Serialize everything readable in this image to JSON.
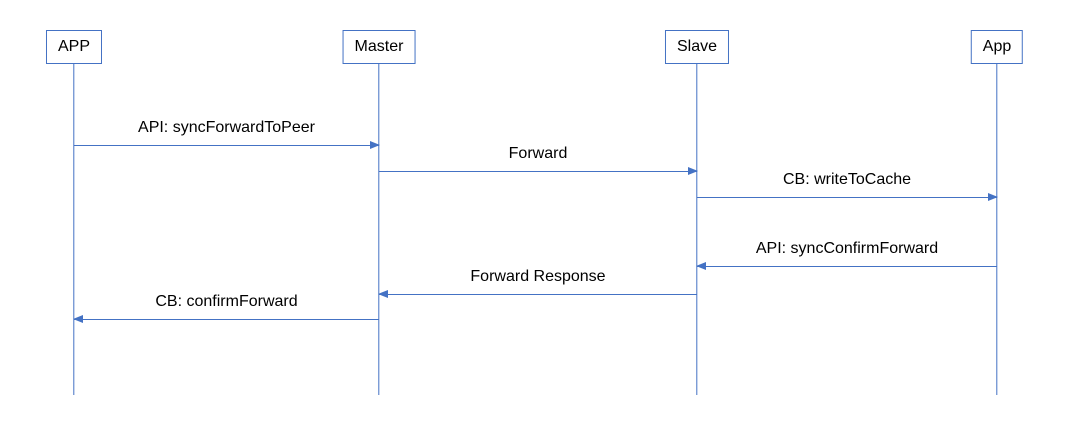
{
  "diagram": {
    "type": "sequence-diagram",
    "colors": {
      "accent": "#4472C4",
      "text": "#000000",
      "background": "#FFFFFF"
    },
    "actors": [
      {
        "id": "app-caps",
        "label": "APP"
      },
      {
        "id": "master",
        "label": "Master"
      },
      {
        "id": "slave",
        "label": "Slave"
      },
      {
        "id": "app",
        "label": "App"
      }
    ],
    "messages": [
      {
        "label": "API: syncForwardToPeer",
        "from": "APP",
        "to": "Master",
        "direction": "right"
      },
      {
        "label": "Forward",
        "from": "Master",
        "to": "Slave",
        "direction": "right"
      },
      {
        "label": "CB: writeToCache",
        "from": "Slave",
        "to": "App",
        "direction": "right"
      },
      {
        "label": "API: syncConfirmForward",
        "from": "App",
        "to": "Slave",
        "direction": "left"
      },
      {
        "label": "Forward Response",
        "from": "Slave",
        "to": "Master",
        "direction": "left"
      },
      {
        "label": "CB: confirmForward",
        "from": "Master",
        "to": "APP",
        "direction": "left"
      }
    ]
  }
}
